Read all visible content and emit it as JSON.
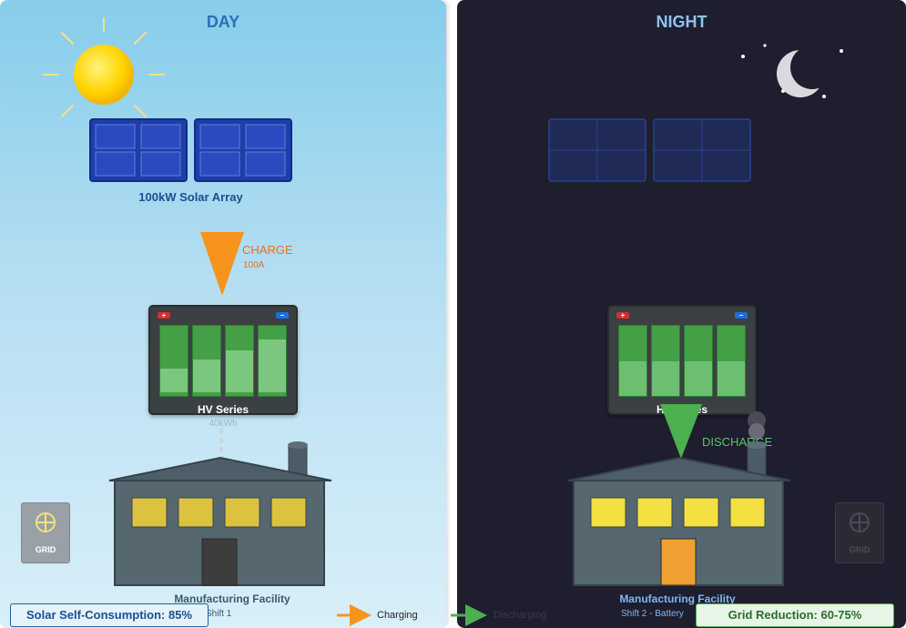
{
  "day": {
    "title": "DAY",
    "solar_label": "100kW Solar Array",
    "charge_label": "CHARGE",
    "charge_current": "100A",
    "battery_label": "HV Series",
    "battery_capacity": "40kWh",
    "battery_cells_fill": [
      0.45,
      0.62,
      0.8,
      1.0
    ],
    "facility_label": "Manufacturing Facility",
    "facility_shift": "Shift 1",
    "grid_label": "GRID"
  },
  "night": {
    "title": "NIGHT",
    "battery_label": "HV Series",
    "discharge_label": "DISCHARGE",
    "facility_label": "Manufacturing Facility",
    "facility_shift": "Shift 2 - Battery",
    "grid_label": "GRID"
  },
  "legend": {
    "charging": "Charging",
    "discharging": "Discharging"
  },
  "badges": {
    "solar_self_consumption": "Solar Self-Consumption: 85%",
    "grid_reduction": "Grid Reduction: 60-75%"
  },
  "colors": {
    "charge": "#f7941d",
    "discharge": "#4caf50",
    "battery_cell": "#43a047",
    "window_on": "#f5e042",
    "door_lit": "#f0a030"
  }
}
